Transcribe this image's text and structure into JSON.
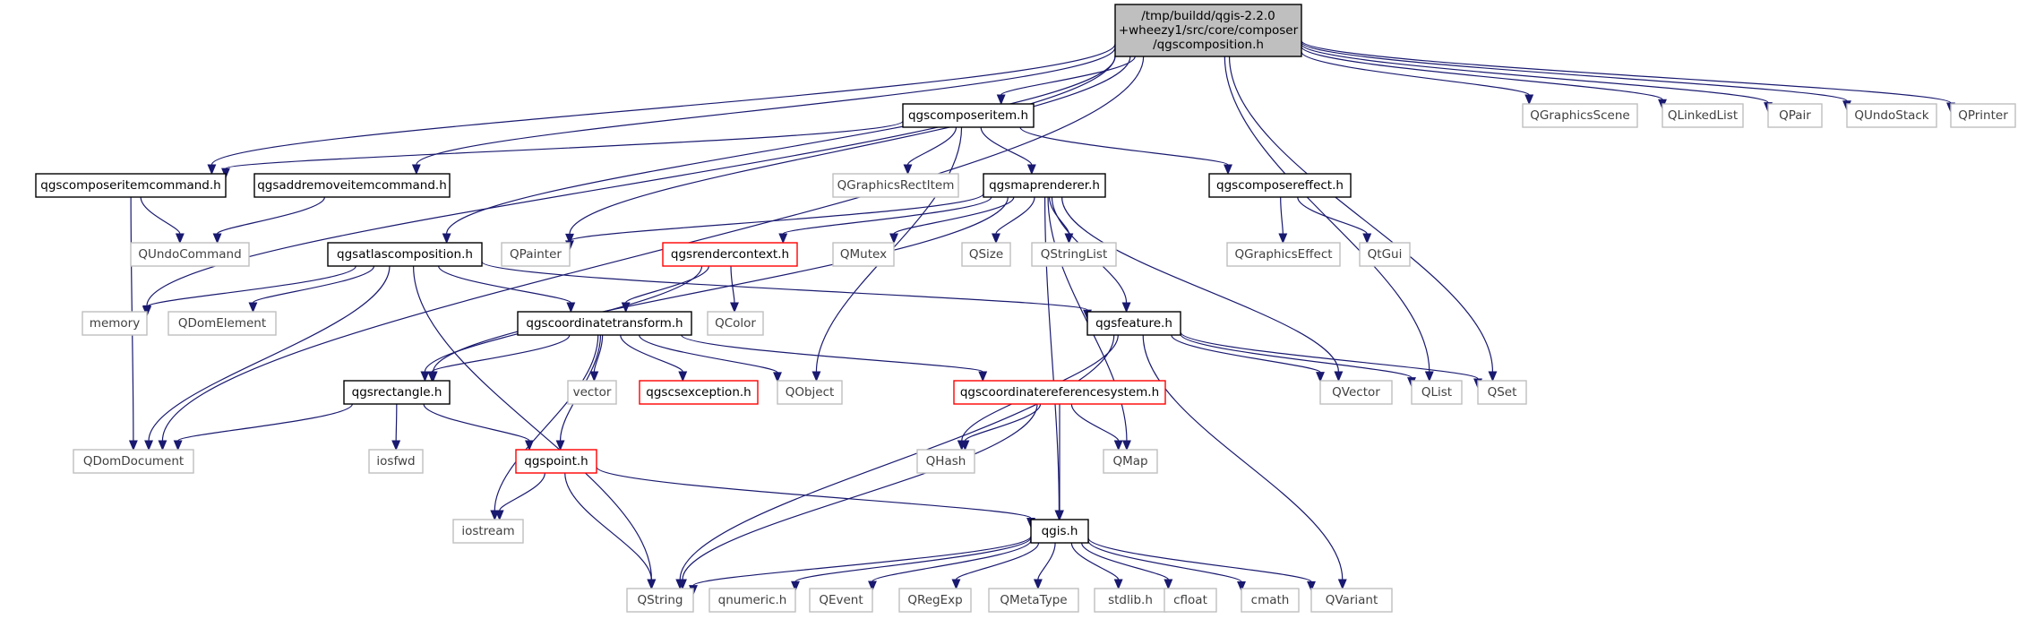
{
  "diagram": {
    "colors": {
      "edge": "#191970",
      "node_border_normal": "#000000",
      "node_border_truncated": "#ff0000",
      "node_border_external": "#bfbfbf",
      "text_normal": "#000000",
      "text_external": "#404040",
      "root_fill": "#bfbfbf",
      "node_fill": "#ffffff"
    },
    "nodes": [
      {
        "id": "root",
        "kind": "root",
        "lines": [
          "/tmp/buildd/qgis-2.2.0",
          "+wheezy1/src/core/composer",
          "/qgscomposition.h"
        ]
      },
      {
        "id": "qgscomposeritem",
        "kind": "normal",
        "lines": [
          "qgscomposeritem.h"
        ]
      },
      {
        "id": "qgscomposeritemcommand",
        "kind": "normal",
        "lines": [
          "qgscomposeritemcommand.h"
        ]
      },
      {
        "id": "qgsaddremoveitemcommand",
        "kind": "normal",
        "lines": [
          "qgsaddremoveitemcommand.h"
        ]
      },
      {
        "id": "qgsmaprenderer",
        "kind": "normal",
        "lines": [
          "qgsmaprenderer.h"
        ]
      },
      {
        "id": "qgscomposereffect",
        "kind": "normal",
        "lines": [
          "qgscomposereffect.h"
        ]
      },
      {
        "id": "qgsatlascomposition",
        "kind": "normal",
        "lines": [
          "qgsatlascomposition.h"
        ]
      },
      {
        "id": "qgsrendercontext",
        "kind": "truncated",
        "lines": [
          "qgsrendercontext.h"
        ]
      },
      {
        "id": "qgscoordinatetransform",
        "kind": "normal",
        "lines": [
          "qgscoordinatetransform.h"
        ]
      },
      {
        "id": "qgsfeature",
        "kind": "normal",
        "lines": [
          "qgsfeature.h"
        ]
      },
      {
        "id": "qgsrectangle",
        "kind": "normal",
        "lines": [
          "qgsrectangle.h"
        ]
      },
      {
        "id": "qgscsexception",
        "kind": "truncated",
        "lines": [
          "qgscsexception.h"
        ]
      },
      {
        "id": "qgscoordinatereferencesystem",
        "kind": "truncated",
        "lines": [
          "qgscoordinatereferencesystem.h"
        ]
      },
      {
        "id": "qgspoint",
        "kind": "truncated",
        "lines": [
          "qgspoint.h"
        ]
      },
      {
        "id": "qgis",
        "kind": "normal",
        "lines": [
          "qgis.h"
        ]
      },
      {
        "id": "QGraphicsScene",
        "kind": "external",
        "lines": [
          "QGraphicsScene"
        ]
      },
      {
        "id": "QLinkedList",
        "kind": "external",
        "lines": [
          "QLinkedList"
        ]
      },
      {
        "id": "QPair",
        "kind": "external",
        "lines": [
          "QPair"
        ]
      },
      {
        "id": "QUndoStack",
        "kind": "external",
        "lines": [
          "QUndoStack"
        ]
      },
      {
        "id": "QPrinter",
        "kind": "external",
        "lines": [
          "QPrinter"
        ]
      },
      {
        "id": "QGraphicsRectItem",
        "kind": "external",
        "lines": [
          "QGraphicsRectItem"
        ]
      },
      {
        "id": "QUndoCommand",
        "kind": "external",
        "lines": [
          "QUndoCommand"
        ]
      },
      {
        "id": "QPainter",
        "kind": "external",
        "lines": [
          "QPainter"
        ]
      },
      {
        "id": "QMutex",
        "kind": "external",
        "lines": [
          "QMutex"
        ]
      },
      {
        "id": "QSize",
        "kind": "external",
        "lines": [
          "QSize"
        ]
      },
      {
        "id": "QStringList",
        "kind": "external",
        "lines": [
          "QStringList"
        ]
      },
      {
        "id": "QGraphicsEffect",
        "kind": "external",
        "lines": [
          "QGraphicsEffect"
        ]
      },
      {
        "id": "QtGui",
        "kind": "external",
        "lines": [
          "QtGui"
        ]
      },
      {
        "id": "memory",
        "kind": "external",
        "lines": [
          "memory"
        ]
      },
      {
        "id": "QDomElement",
        "kind": "external",
        "lines": [
          "QDomElement"
        ]
      },
      {
        "id": "QColor",
        "kind": "external",
        "lines": [
          "QColor"
        ]
      },
      {
        "id": "vector",
        "kind": "external",
        "lines": [
          "vector"
        ]
      },
      {
        "id": "QObject",
        "kind": "external",
        "lines": [
          "QObject"
        ]
      },
      {
        "id": "QVector",
        "kind": "external",
        "lines": [
          "QVector"
        ]
      },
      {
        "id": "QList",
        "kind": "external",
        "lines": [
          "QList"
        ]
      },
      {
        "id": "QSet",
        "kind": "external",
        "lines": [
          "QSet"
        ]
      },
      {
        "id": "QDomDocument",
        "kind": "external",
        "lines": [
          "QDomDocument"
        ]
      },
      {
        "id": "iosfwd",
        "kind": "external",
        "lines": [
          "iosfwd"
        ]
      },
      {
        "id": "QHash",
        "kind": "external",
        "lines": [
          "QHash"
        ]
      },
      {
        "id": "QMap",
        "kind": "external",
        "lines": [
          "QMap"
        ]
      },
      {
        "id": "iostream",
        "kind": "external",
        "lines": [
          "iostream"
        ]
      },
      {
        "id": "QString",
        "kind": "external",
        "lines": [
          "QString"
        ]
      },
      {
        "id": "qnumeric",
        "kind": "external",
        "lines": [
          "qnumeric.h"
        ]
      },
      {
        "id": "QEvent",
        "kind": "external",
        "lines": [
          "QEvent"
        ]
      },
      {
        "id": "QRegExp",
        "kind": "external",
        "lines": [
          "QRegExp"
        ]
      },
      {
        "id": "QMetaType",
        "kind": "external",
        "lines": [
          "QMetaType"
        ]
      },
      {
        "id": "stdlib",
        "kind": "external",
        "lines": [
          "stdlib.h"
        ]
      },
      {
        "id": "cfloat",
        "kind": "external",
        "lines": [
          "cfloat"
        ]
      },
      {
        "id": "cmath",
        "kind": "external",
        "lines": [
          "cmath"
        ]
      },
      {
        "id": "QVariant",
        "kind": "external",
        "lines": [
          "QVariant"
        ]
      }
    ],
    "edges": [
      [
        "root",
        "qgscomposeritem"
      ],
      [
        "root",
        "qgscomposeritemcommand"
      ],
      [
        "root",
        "qgsaddremoveitemcommand"
      ],
      [
        "root",
        "qgsatlascomposition"
      ],
      [
        "root",
        "QGraphicsScene"
      ],
      [
        "root",
        "QLinkedList"
      ],
      [
        "root",
        "QPair"
      ],
      [
        "root",
        "QUndoStack"
      ],
      [
        "root",
        "QPrinter"
      ],
      [
        "root",
        "QList"
      ],
      [
        "root",
        "QSet"
      ],
      [
        "root",
        "QDomDocument"
      ],
      [
        "root",
        "QPainter"
      ],
      [
        "root",
        "memory"
      ],
      [
        "qgscomposeritem",
        "qgscomposeritemcommand"
      ],
      [
        "qgscomposeritem",
        "QGraphicsRectItem"
      ],
      [
        "qgscomposeritem",
        "qgsmaprenderer"
      ],
      [
        "qgscomposeritem",
        "qgscomposereffect"
      ],
      [
        "qgscomposeritem",
        "QObject"
      ],
      [
        "qgscomposeritemcommand",
        "QUndoCommand"
      ],
      [
        "qgscomposeritemcommand",
        "QDomDocument"
      ],
      [
        "qgsaddremoveitemcommand",
        "QUndoCommand"
      ],
      [
        "qgscomposereffect",
        "QGraphicsEffect"
      ],
      [
        "qgscomposereffect",
        "QtGui"
      ],
      [
        "qgsmaprenderer",
        "QPainter"
      ],
      [
        "qgsmaprenderer",
        "qgsrendercontext"
      ],
      [
        "qgsmaprenderer",
        "QMutex"
      ],
      [
        "qgsmaprenderer",
        "QSize"
      ],
      [
        "qgsmaprenderer",
        "QStringList"
      ],
      [
        "qgsmaprenderer",
        "qgsfeature"
      ],
      [
        "qgsmaprenderer",
        "QVector"
      ],
      [
        "qgsmaprenderer",
        "qgsrectangle"
      ],
      [
        "qgsmaprenderer",
        "qgis"
      ],
      [
        "qgsmaprenderer",
        "QMap"
      ],
      [
        "qgsatlascomposition",
        "memory"
      ],
      [
        "qgsatlascomposition",
        "QDomElement"
      ],
      [
        "qgsatlascomposition",
        "qgscoordinatetransform"
      ],
      [
        "qgsatlascomposition",
        "qgsfeature"
      ],
      [
        "qgsatlascomposition",
        "QDomDocument"
      ],
      [
        "qgsatlascomposition",
        "QString"
      ],
      [
        "qgsrendercontext",
        "QColor"
      ],
      [
        "qgsrendercontext",
        "qgscoordinatetransform"
      ],
      [
        "qgsrendercontext",
        "qgsrectangle"
      ],
      [
        "qgscoordinatetransform",
        "qgsrectangle"
      ],
      [
        "qgscoordinatetransform",
        "vector"
      ],
      [
        "qgscoordinatetransform",
        "qgscsexception"
      ],
      [
        "qgscoordinatetransform",
        "QObject"
      ],
      [
        "qgscoordinatetransform",
        "qgscoordinatereferencesystem"
      ],
      [
        "qgscoordinatetransform",
        "qgspoint"
      ],
      [
        "qgscoordinatetransform",
        "iostream"
      ],
      [
        "qgsfeature",
        "QVector"
      ],
      [
        "qgsfeature",
        "QList"
      ],
      [
        "qgsfeature",
        "QSet"
      ],
      [
        "qgsfeature",
        "QHash"
      ],
      [
        "qgsfeature",
        "QString"
      ],
      [
        "qgsfeature",
        "QVariant"
      ],
      [
        "qgsrectangle",
        "iosfwd"
      ],
      [
        "qgsrectangle",
        "qgspoint"
      ],
      [
        "qgsrectangle",
        "QDomDocument"
      ],
      [
        "qgscoordinatereferencesystem",
        "QHash"
      ],
      [
        "qgscoordinatereferencesystem",
        "QMap"
      ],
      [
        "qgscoordinatereferencesystem",
        "qgis"
      ],
      [
        "qgscoordinatereferencesystem",
        "QString"
      ],
      [
        "qgspoint",
        "iostream"
      ],
      [
        "qgspoint",
        "QString"
      ],
      [
        "qgspoint",
        "qgis"
      ],
      [
        "qgis",
        "QString"
      ],
      [
        "qgis",
        "qnumeric"
      ],
      [
        "qgis",
        "QEvent"
      ],
      [
        "qgis",
        "QRegExp"
      ],
      [
        "qgis",
        "QMetaType"
      ],
      [
        "qgis",
        "stdlib"
      ],
      [
        "qgis",
        "cfloat"
      ],
      [
        "qgis",
        "cmath"
      ],
      [
        "qgis",
        "QVariant"
      ]
    ]
  }
}
